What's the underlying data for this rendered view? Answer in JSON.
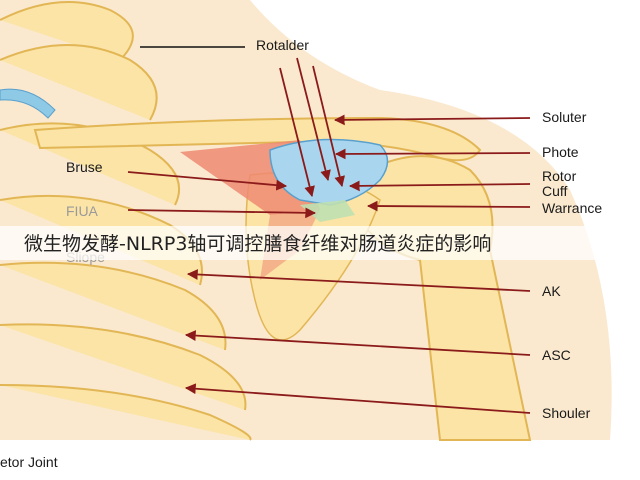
{
  "colors": {
    "bone": "#fbe4a6",
    "bone_outline": "#e2b654",
    "skin": "#f6d7a8",
    "muscle": "#ef8a72",
    "cuff": "#a9d6ee",
    "cuff_outline": "#5aa0cc",
    "arrow": "#8b1a1a",
    "label": "#1a1a1a"
  },
  "labels": {
    "rotalder": "Rotalder",
    "soluter": "Soluter",
    "photo": "Phote",
    "rotor": "Rotor",
    "cuff": "Cuff",
    "warrance": "Warrance",
    "ak": "AK",
    "asc": "ASC",
    "shouler": "Shouler",
    "bruse": "Bruse",
    "fiua": "FIUA",
    "sliope": "Sliope",
    "joint": "etor Joint"
  },
  "banner": {
    "text": "微生物发酵-NLRP3轴可调控膳食纤维对肠道炎症的影响"
  }
}
